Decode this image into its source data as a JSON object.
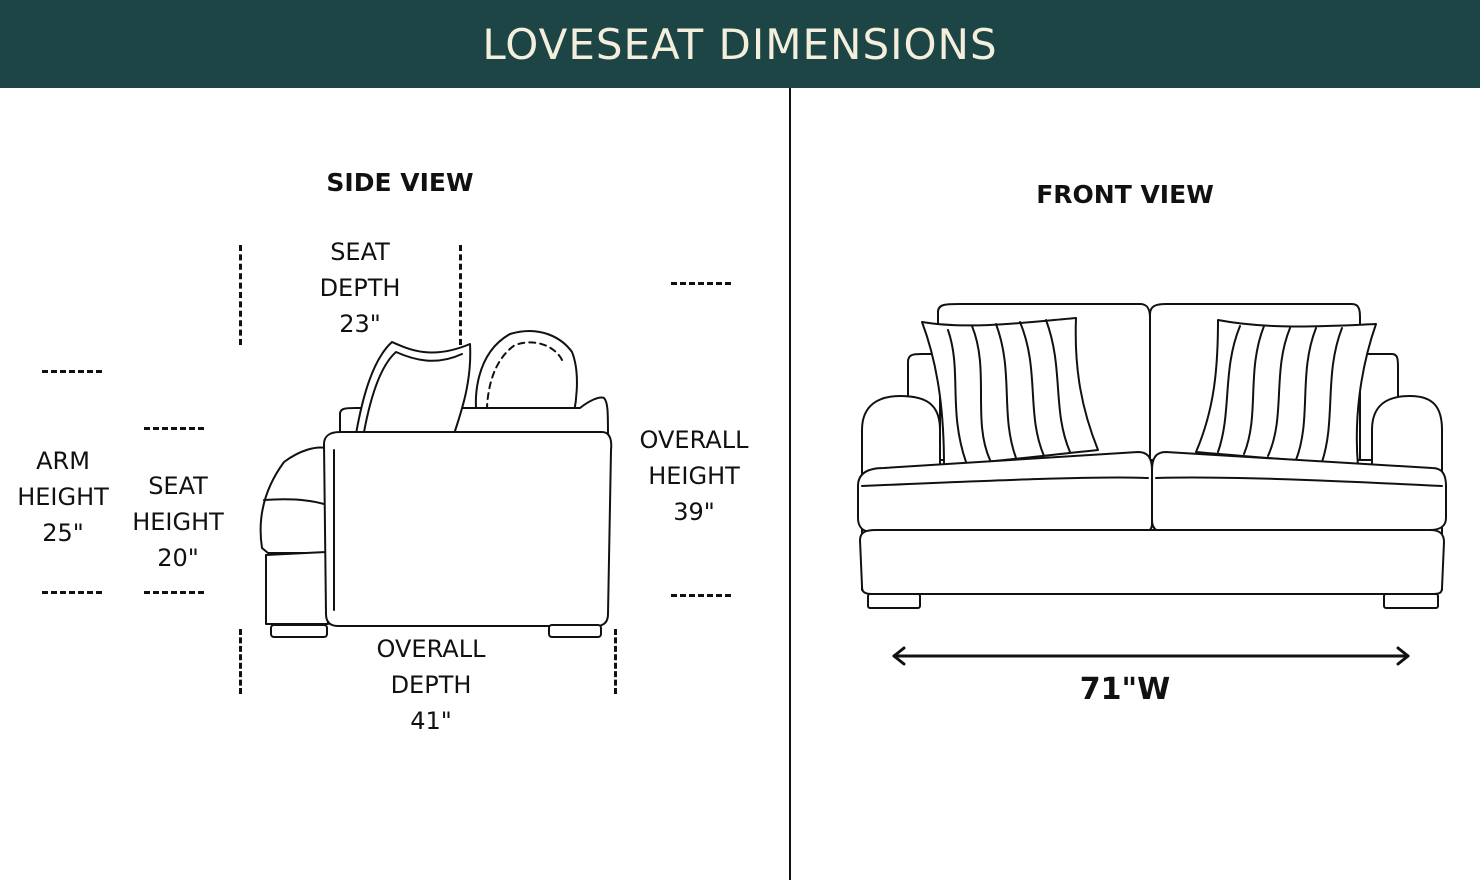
{
  "header": {
    "title": "LOVESEAT DIMENSIONS"
  },
  "side_view": {
    "title": "SIDE VIEW",
    "seat_depth": [
      "SEAT",
      "DEPTH",
      "23\""
    ],
    "arm_height": [
      "ARM",
      "HEIGHT",
      "25\""
    ],
    "seat_height": [
      "SEAT",
      "HEIGHT",
      "20\""
    ],
    "overall_height": [
      "OVERALL",
      "HEIGHT",
      "39\""
    ],
    "overall_depth": [
      "OVERALL",
      "DEPTH",
      "41\""
    ]
  },
  "front_view": {
    "title": "FRONT VIEW",
    "width": "71\"W"
  }
}
